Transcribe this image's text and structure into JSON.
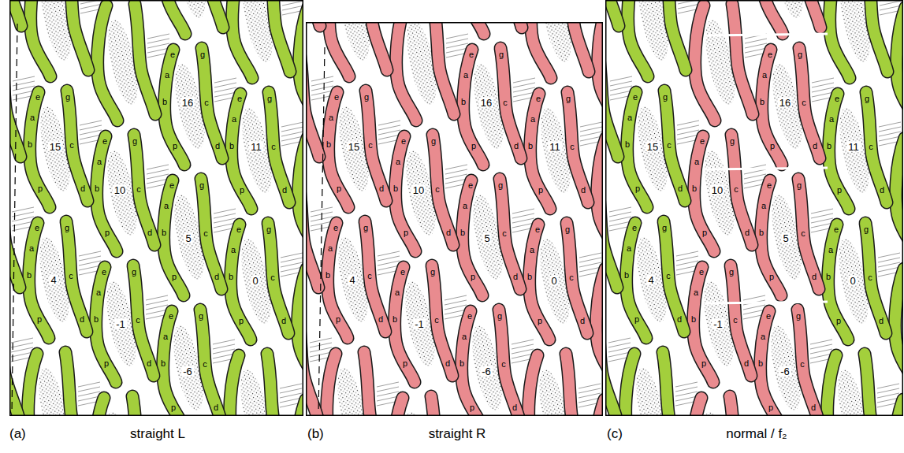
{
  "diagram": {
    "labels": [
      "15",
      "e",
      "a",
      "b",
      "p",
      "g",
      "c",
      "d",
      "16",
      "e",
      "a",
      "b",
      "p",
      "g",
      "c",
      "d",
      "10",
      "e",
      "a",
      "b",
      "p",
      "g",
      "c",
      "d",
      "11",
      "e",
      "a",
      "b",
      "p",
      "g",
      "c",
      "d",
      "4",
      "e",
      "a",
      "b",
      "p",
      "g",
      "c",
      "d",
      "5",
      "e",
      "a",
      "b",
      "p",
      "g",
      "c",
      "d",
      "-1",
      "e",
      "a",
      "b",
      "p",
      "g",
      "c",
      "d",
      "0",
      "e",
      "a",
      "b",
      "p",
      "g",
      "c",
      "d",
      "-6",
      "e",
      "a",
      "b",
      "p",
      "g",
      "c",
      "d",
      "15",
      "e",
      "a",
      "b",
      "p",
      "g",
      "c",
      "d",
      "16",
      "e",
      "a",
      "b",
      "p",
      "g",
      "c",
      "d",
      "10",
      "e",
      "a",
      "b",
      "p",
      "g",
      "c",
      "d",
      "11",
      "e",
      "a",
      "b",
      "p",
      "g",
      "c",
      "d",
      "4",
      "e",
      "a",
      "b",
      "p",
      "g",
      "c",
      "d",
      "5",
      "e",
      "a",
      "b",
      "p",
      "g",
      "c",
      "d",
      "-1",
      "e",
      "a",
      "b",
      "p",
      "g",
      "c",
      "d",
      "0",
      "e",
      "a",
      "b",
      "p",
      "g",
      "c",
      "d",
      "-6",
      "e",
      "a",
      "b",
      "p",
      "g",
      "c",
      "d",
      "15",
      "e",
      "a",
      "b",
      "p",
      "g",
      "c",
      "d",
      "16",
      "e",
      "a",
      "b",
      "p",
      "g",
      "c",
      "d",
      "10",
      "e",
      "a",
      "b",
      "p",
      "g",
      "c",
      "d",
      "11",
      "e",
      "a",
      "b",
      "p",
      "g",
      "c",
      "d",
      "4",
      "e",
      "a",
      "b",
      "p",
      "g",
      "c",
      "d",
      "5",
      "e",
      "a",
      "b",
      "p",
      "g",
      "c",
      "d",
      "-1",
      "e",
      "a",
      "b",
      "p",
      "g",
      "c",
      "d",
      "0",
      "e",
      "a",
      "b",
      "p",
      "g",
      "c",
      "d",
      "-6",
      "e",
      "a",
      "b",
      "p",
      "g",
      "c",
      "d",
      "(a)",
      "straight L",
      "(b)",
      "straight R",
      "(c)",
      "normal / f₂"
    ]
  }
}
